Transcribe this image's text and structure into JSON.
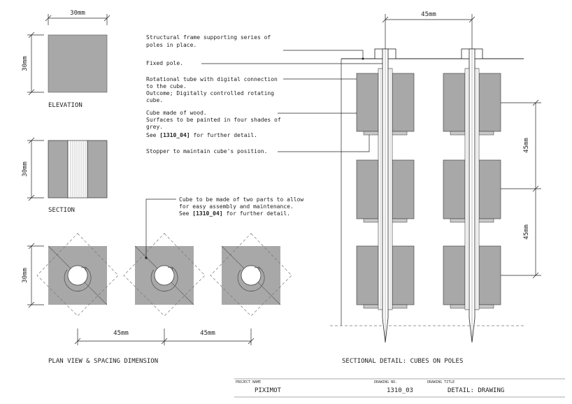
{
  "dimensions": {
    "elev_width": "30mm",
    "elev_height": "30mm",
    "section_height": "30mm",
    "plan_height": "30mm",
    "plan_spacing_1": "45mm",
    "plan_spacing_2": "45mm",
    "pole_spacing": "45mm",
    "vertical_spacing_1": "45mm",
    "vertical_spacing_2": "45mm"
  },
  "labels": {
    "elevation": "ELEVATION",
    "section": "SECTION",
    "plan": "PLAN VIEW & SPACING DIMENSION",
    "sectional": "SECTIONAL DETAIL: CUBES ON POLES"
  },
  "notes": {
    "frame": [
      "Structural frame supporting series of",
      "poles in place."
    ],
    "pole": [
      "Fixed pole."
    ],
    "tube": [
      "Rotational tube with digital connection",
      "to the cube.",
      "Outcome; Digitally controlled rotating",
      "cube."
    ],
    "cube": [
      "Cube made of wood.",
      "Surfaces to be painted in four shades of",
      "grey."
    ],
    "cube_ref_pre": "See ",
    "cube_ref": "[1310_04]",
    "cube_ref_post": " for further detail.",
    "stopper": [
      "Stopper to maintain cube's position."
    ],
    "two_parts": [
      "Cube to be made of two parts to allow",
      "for easy assembly and maintenance."
    ],
    "two_parts_ref_pre": "See ",
    "two_parts_ref": "[1310_04]",
    "two_parts_ref_post": " for further detail."
  },
  "title_block": {
    "project_name_label": "PROJECT NAME",
    "project_name": "PIXIMOT",
    "drawing_no_label": "DRAWING NO.",
    "drawing_no": "1310_03",
    "drawing_title_label": "DRAWING TITLE",
    "drawing_title": "DETAIL: DRAWING"
  },
  "colors": {
    "cube_fill": "#a8a8a8",
    "line": "#222222",
    "dashed": "#777777"
  }
}
